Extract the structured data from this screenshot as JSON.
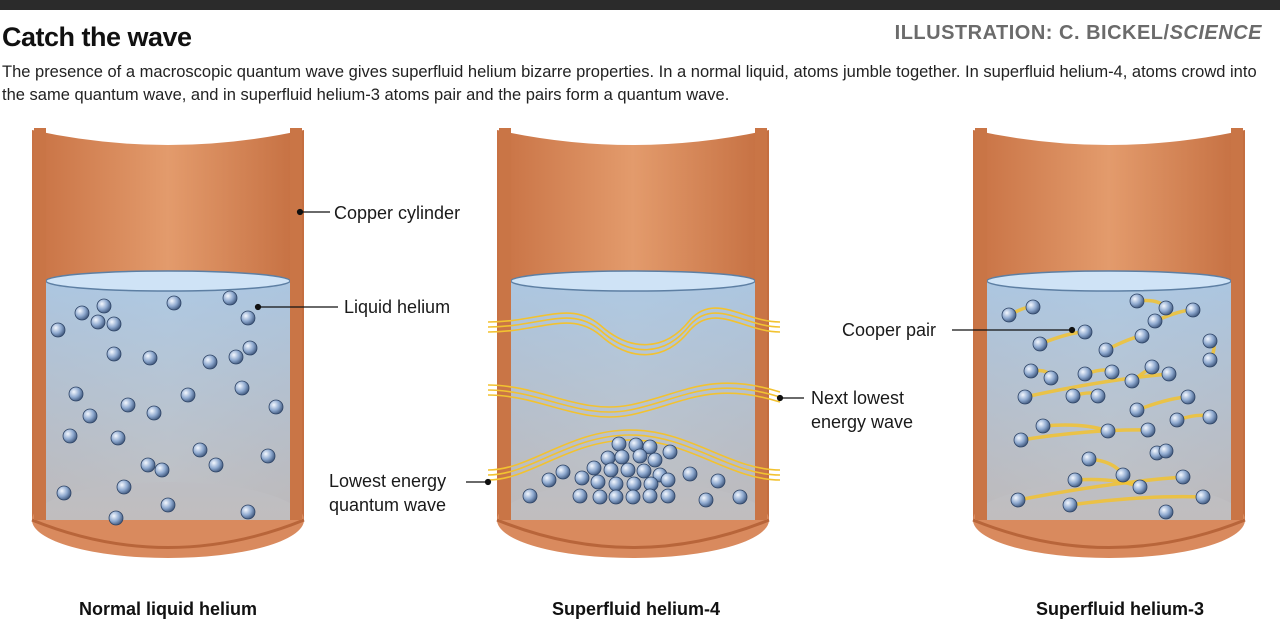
{
  "header": {
    "title": "Catch the wave",
    "credit_prefix": "ILLUSTRATION: C. BICKEL/",
    "credit_publication": "SCIENCE",
    "subtitle": "The presence of a macroscopic quantum wave gives superfluid helium bizarre properties. In a normal liquid, atoms jumble together. In superfluid helium-4, atoms crowd into the same quantum wave, and in superfluid helium-3 atoms pair and the pairs form a quantum wave."
  },
  "panels": [
    {
      "caption": "Normal liquid helium"
    },
    {
      "caption": "Superfluid helium-4"
    },
    {
      "caption": "Superfluid helium-3"
    }
  ],
  "labels": {
    "copper_cylinder": "Copper cylinder",
    "liquid_helium": "Liquid helium",
    "lowest_energy_line1": "Lowest energy",
    "lowest_energy_line2": "quantum wave",
    "next_lowest_line1": "Next lowest",
    "next_lowest_line2": "energy wave",
    "cooper_pair": "Cooper pair"
  },
  "colors": {
    "copper": "#d9875a",
    "copper_dark": "#b8653a",
    "helium": "#9cc3e6",
    "wave": "#f2c230",
    "atom": "#7d9cc4"
  }
}
